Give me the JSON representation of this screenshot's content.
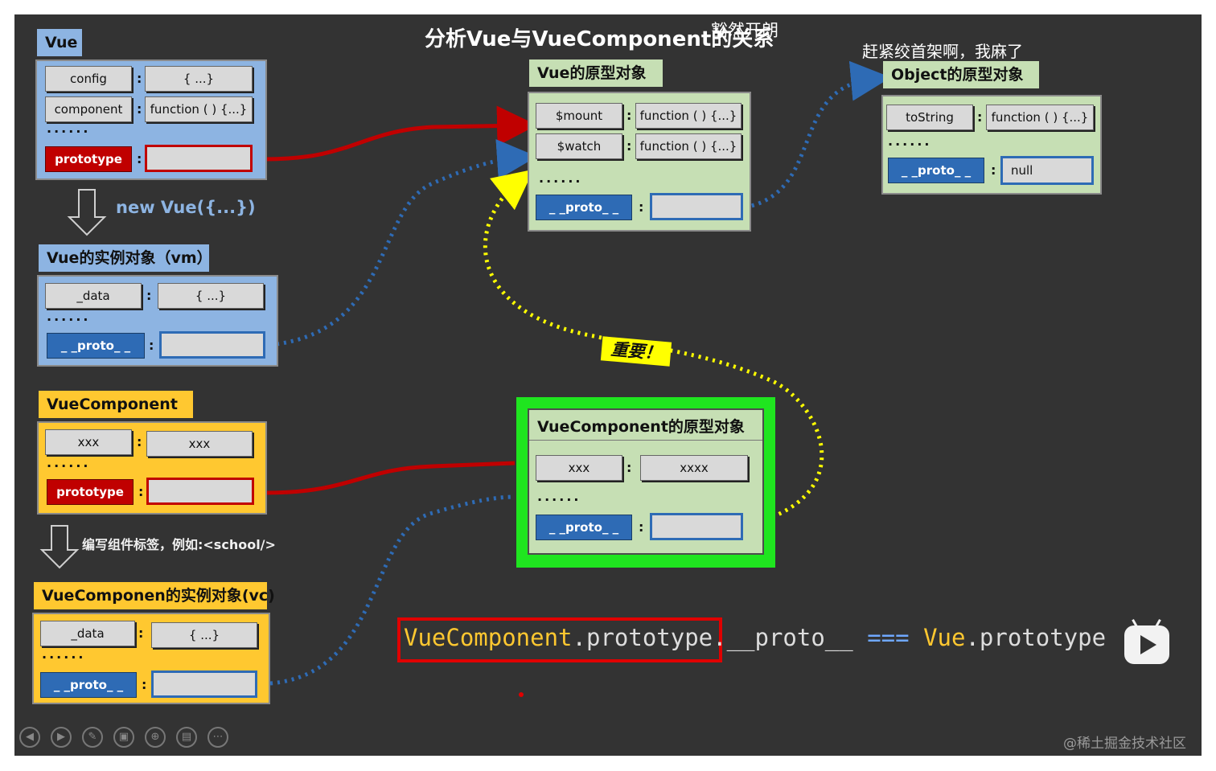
{
  "slide": {
    "title": "分析Vue与VueComponent的关系",
    "overlay_caption": "豁然开朗",
    "overlay_comment": "赶紧绞首架啊，我麻了",
    "watermark": "@稀土掘金技术社区"
  },
  "vue": {
    "tab": "Vue",
    "rows": [
      {
        "key": "config",
        "value": "{ ...}"
      },
      {
        "key": "component",
        "value": "function ( ) {...}"
      }
    ],
    "ellipsis": "......",
    "prototype_key": "prototype"
  },
  "new_vue_label": "new Vue({...})",
  "vm": {
    "tab": "Vue的实例对象（vm）",
    "data_key": "_data",
    "data_value": "{ ...}",
    "ellipsis": "......",
    "proto_key": "_ _proto_ _"
  },
  "vue_proto": {
    "tab": "Vue的原型对象",
    "rows": [
      {
        "key": "$mount",
        "value": "function ( ) {...}"
      },
      {
        "key": "$watch",
        "value": "function ( ) {...}"
      }
    ],
    "ellipsis": "......",
    "proto_key": "_ _proto_ _"
  },
  "object_proto": {
    "tab": "Object的原型对象",
    "row_key": "toString",
    "row_value": "function ( ) {...}",
    "ellipsis": "......",
    "proto_key": "_ _proto_ _",
    "proto_value": "null"
  },
  "vuecomponent": {
    "tab": "VueComponent",
    "row_key": "xxx",
    "row_value": "xxx",
    "ellipsis": "......",
    "prototype_key": "prototype"
  },
  "write_tag_label": "编写组件标签，例如:<school/>",
  "vc": {
    "tab": "VueComponen的实例对象(vc)",
    "data_key": "_data",
    "data_value": "{ ...}",
    "ellipsis": "......",
    "proto_key": "_ _proto_ _"
  },
  "vc_proto": {
    "tab": "VueComponent的原型对象",
    "row_key": "xxx",
    "row_value": "xxxx",
    "ellipsis": "......",
    "proto_key": "_ _proto_ _"
  },
  "important_label": "重要！",
  "formula": {
    "part1": "VueComponent",
    "dot1": ".",
    "part2": "prototype",
    "dot2": ".",
    "part3": "__proto__",
    "op": "===",
    "part4": "Vue",
    "dot3": ".",
    "part5": "prototype"
  },
  "colors": {
    "background": "#333333",
    "vue_blue": "#8db4e2",
    "proto_green": "#c6dfb4",
    "component_yellow": "#ffc830",
    "prototype_red": "#c00000",
    "proto_blue": "#2e6bb5",
    "highlight_green": "#1fe51f"
  },
  "controls": [
    "prev-icon",
    "next-icon",
    "pen-icon",
    "slides-icon",
    "zoom-icon",
    "screen-icon",
    "more-icon"
  ]
}
